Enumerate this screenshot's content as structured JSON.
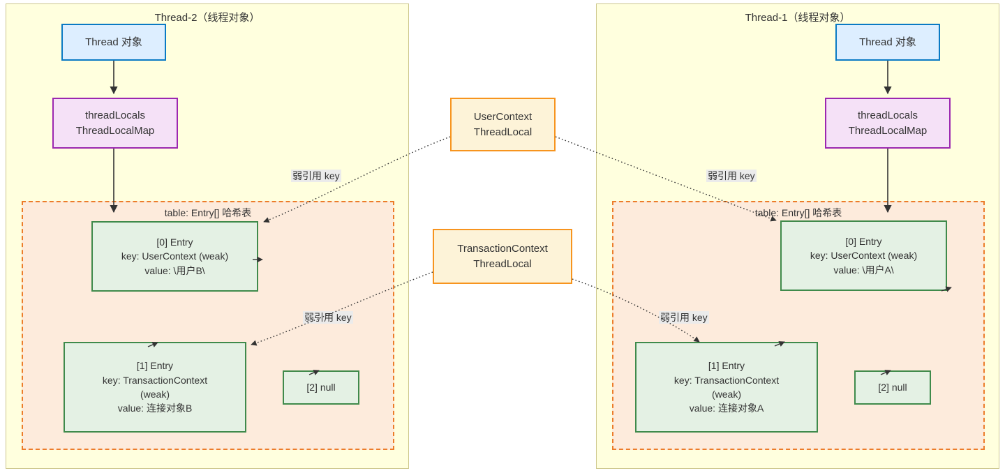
{
  "diagram": {
    "title_left": "Thread-2（线程对象）",
    "title_right": "Thread-1（线程对象）",
    "colors": {
      "panel_bg": "#ffffde",
      "panel_border": "#ccc68b",
      "table_bg": "#fdebdc",
      "table_border": "#ec7c2a",
      "thread_bg": "#ddeeff",
      "thread_border": "#0a7ac4",
      "map_bg": "#f5e1f7",
      "map_border": "#9c27b0",
      "entry_bg": "#e4f1e4",
      "entry_border": "#3f8a4b",
      "threadlocal_bg": "#fdf3d8",
      "threadlocal_border": "#f7941e",
      "wire": "#333333",
      "label_bg": "#ebebeb"
    }
  },
  "left_panel": {
    "title": "Thread-2（线程对象）",
    "thread_object": {
      "line1": "Thread 对象"
    },
    "thread_locals": {
      "line1": "threadLocals",
      "line2": "ThreadLocalMap"
    },
    "table": {
      "title": "table: Entry[] 哈希表",
      "entry0": {
        "line1": "[0] Entry",
        "line2": "key: UserContext (weak)",
        "line3": "value: \\用户B\\"
      },
      "entry1": {
        "line1": "[1] Entry",
        "line2": "key: TransactionContext",
        "line3": "(weak)",
        "line4": "value: 连接对象B"
      },
      "entry2": {
        "line1": "[2] null"
      }
    },
    "weak_ref_label_user": "弱引用 key",
    "weak_ref_label_tx": "弱引用 key"
  },
  "right_panel": {
    "title": "Thread-1（线程对象）",
    "thread_object": {
      "line1": "Thread 对象"
    },
    "thread_locals": {
      "line1": "threadLocals",
      "line2": "ThreadLocalMap"
    },
    "table": {
      "title": "table: Entry[] 哈希表",
      "entry0": {
        "line1": "[0] Entry",
        "line2": "key: UserContext (weak)",
        "line3": "value: \\用户A\\"
      },
      "entry1": {
        "line1": "[1] Entry",
        "line2": "key: TransactionContext",
        "line3": "(weak)",
        "line4": "value: 连接对象A"
      },
      "entry2": {
        "line1": "[2] null"
      }
    },
    "weak_ref_label_user": "弱引用 key",
    "weak_ref_label_tx": "弱引用 key"
  },
  "center": {
    "user_context": {
      "line1": "UserContext",
      "line2": "ThreadLocal"
    },
    "transaction_context": {
      "line1": "TransactionContext",
      "line2": "ThreadLocal"
    }
  }
}
